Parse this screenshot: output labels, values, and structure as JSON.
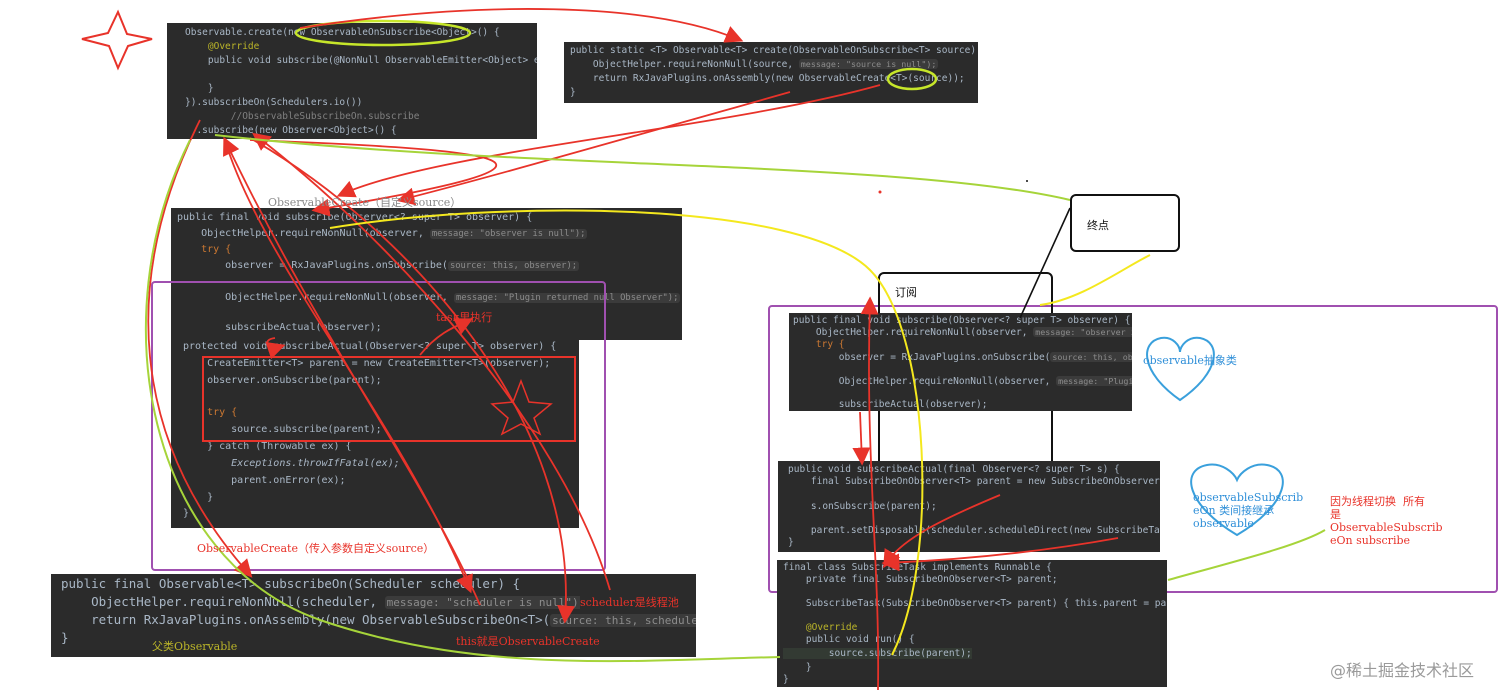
{
  "code_blocks": {
    "create_call": [
      "Observable.create(new ObservableOnSubscribe<Object>() {",
      "    @Override",
      "    public void subscribe(@NonNull ObservableEmitter<Object> e) th",
      "",
      "    }",
      "}).subscribeOn(Schedulers.io())",
      "        //ObservableSubscribeOn.subscribe",
      "  .subscribe(new Observer<Object>() {"
    ],
    "create_def": [
      "public static <T> Observable<T> create(ObservableOnSubscribe<T> source) {",
      "    ObjectHelper.requireNonNull(source, ",
      "    return RxJavaPlugins.onAssembly(new ObservableCreate<T>(source));",
      "}"
    ],
    "create_def_hint": "message: \"source is null\");",
    "subscribe_final": [
      "public final void subscribe(Observer<? super T> observer) {",
      "    ObjectHelper.requireNonNull(observer, ",
      "    try {",
      "        observer = RxJavaPlugins.onSubscribe(",
      "",
      "        ObjectHelper.requireNonNull(observer, ",
      "",
      "        subscribeActual(observer);"
    ],
    "subscribe_final_hints": [
      "message: \"observer is null\");",
      "source: this, observer);",
      "message: \"Plugin returned null Observer\");"
    ],
    "subscribe_actual_create": [
      "protected void subscribeActual(Observer<? super T> observer) {",
      "    CreateEmitter<T> parent = new CreateEmitter<T>(observer);",
      "    observer.onSubscribe(parent);",
      "",
      "    try {",
      "        source.subscribe(parent);",
      "    } catch (Throwable ex) {",
      "        Exceptions.throwIfFatal(ex);",
      "        parent.onError(ex);",
      "    }",
      "}"
    ],
    "subscribe_on_def": [
      "public final Observable<T> subscribeOn(Scheduler scheduler) {",
      "    ObjectHelper.requireNonNull(scheduler, ",
      "    return RxJavaPlugins.onAssembly(new ObservableSubscribeOn<T>(",
      "}"
    ],
    "subscribe_on_hints": [
      "message: \"scheduler is null\");",
      "source: this, scheduler));"
    ],
    "subscribe_final_right": [
      "public final void subscribe(Observer<? super T> observer) {",
      "    ObjectHelper.requireNonNull(observer, ",
      "    try {",
      "        observer = RxJavaPlugins.onSubscribe(",
      "",
      "        ObjectHelper.requireNonNull(observer, ",
      "",
      "        subscribeActual(observer);"
    ],
    "subscribe_final_right_hints": [
      "message: \"observer is null\");",
      "source: this, observer);",
      "message: \"Plugin returned n"
    ],
    "subscribe_actual_on": [
      "public void subscribeActual(final Observer<? super T> s) {",
      "    final SubscribeOnObserver<T> parent = new SubscribeOnObserver<T>(s);",
      "",
      "    s.onSubscribe(parent);",
      "",
      "    parent.setDisposable(scheduler.scheduleDirect(new SubscribeTask(parent)));",
      "}"
    ],
    "subscribe_task": [
      "final class SubscribeTask implements Runnable {",
      "    private final SubscribeOnObserver<T> parent;",
      "",
      "    SubscribeTask(SubscribeOnObserver<T> parent) { this.parent = parent; }",
      "",
      "    @Override",
      "    public void run() {",
      "        source.subscribe(parent);",
      "    }",
      "}"
    ]
  },
  "annotations": {
    "observable_create_custom_source": "ObservableCreate（自定义source）",
    "task_execute": "task里执行",
    "observable_create_param": "ObservableCreate（传入参数自定义source）",
    "scheduler_pool": "scheduler是线程池",
    "this_is_create": "this就是ObservableCreate",
    "parent_observable": "父类Observable",
    "endpoint": "终点",
    "subscription": "订阅",
    "observable_abstract": "observable抽象类",
    "subscribe_on_impl": "observableSubscrib\neOn 类间接继承\nobservable",
    "thread_switch": "因为线程切换  所有\n是\nObservableSubscrib\neOn subscribe",
    "watermark": "@稀土掘金技术社区"
  },
  "colors": {
    "code_bg": "#2b2b2b",
    "arrow_red": "#e8332a",
    "arrow_green": "#a6d43a",
    "arrow_yellow": "#f4e81e",
    "purple_frame": "#a050b0",
    "heart_blue": "#3aa0dc"
  }
}
